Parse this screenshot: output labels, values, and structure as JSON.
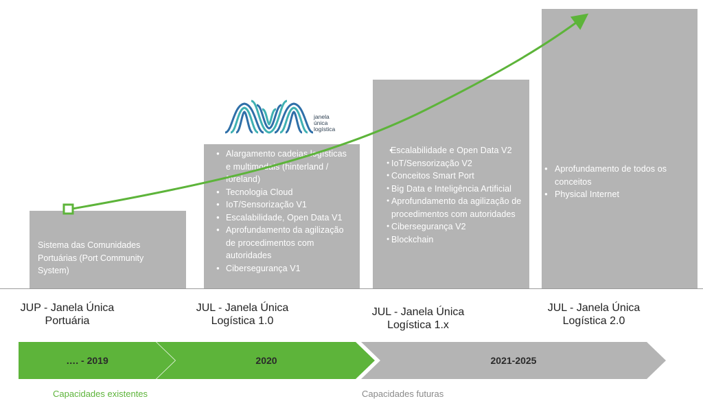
{
  "columns": [
    {
      "id": "jup",
      "text": "Sistema das Comunidades Portuárias (Port Community System)"
    },
    {
      "id": "jul10",
      "items": [
        "Alargamento cadeias logísticas e multimodais (hinterland / foreland)",
        "Tecnologia Cloud",
        "IoT/Sensorização V1",
        "Escalabilidade, Open Data V1",
        "Aprofundamento da agilização de procedimentos com autoridades",
        "Cibersegurança V1"
      ]
    },
    {
      "id": "jul1x",
      "first_item": "Escalabilidade e Open Data V2",
      "items": [
        "IoT/Sensorização V2",
        "Conceitos Smart Port",
        "Big Data e Inteligência Artificial",
        "Aprofundamento da agilização de procedimentos com autoridades",
        "Cibersegurança V2",
        "Blockchain"
      ]
    },
    {
      "id": "jul20",
      "items": [
        "Aprofundamento de todos os conceitos",
        "Physical Internet"
      ]
    }
  ],
  "phases": [
    {
      "line1": "JUP - Janela Única",
      "line2": "Portuária"
    },
    {
      "line1": "JUL - Janela Única",
      "line2": "Logística 1.0"
    },
    {
      "line1": "JUL - Janela Única",
      "line2": "Logística 1.x"
    },
    {
      "line1": "JUL - Janela Única",
      "line2": "Logística 2.0"
    }
  ],
  "timeline": [
    {
      "label": "…. - 2019",
      "color": "#5db43a"
    },
    {
      "label": "2020",
      "color": "#5db43a"
    },
    {
      "label": "2021-2025",
      "color": "#b4b4b4"
    }
  ],
  "captions": {
    "existing": "Capacidades existentes",
    "future": "Capacidades futuras"
  },
  "logo": {
    "line1": "janela",
    "line2": "única",
    "line3": "logística"
  },
  "colors": {
    "accent": "#5db43a",
    "column": "#b4b4b4",
    "logo_blue": "#2f6fa8",
    "logo_teal": "#3fb0b2"
  }
}
